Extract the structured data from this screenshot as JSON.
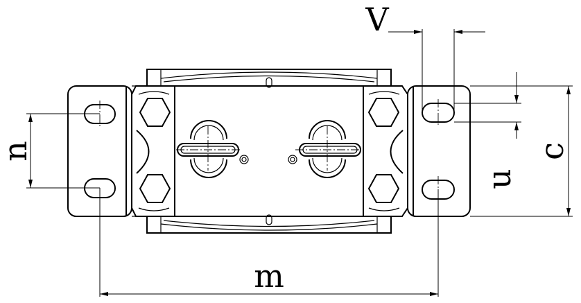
{
  "labels": {
    "v": "V",
    "n": "n",
    "m": "m",
    "u": "u",
    "c": "c"
  }
}
